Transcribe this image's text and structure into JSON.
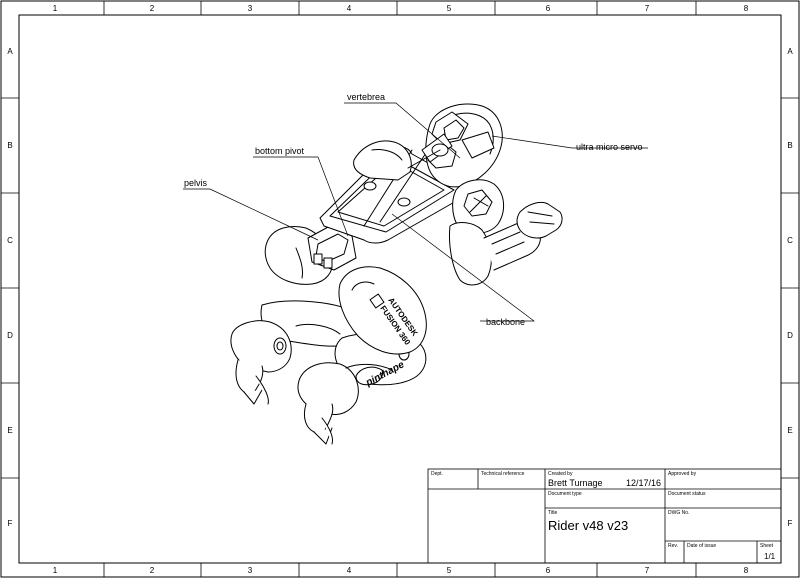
{
  "frame": {
    "columns": [
      "1",
      "2",
      "3",
      "4",
      "5",
      "6",
      "7",
      "8"
    ],
    "rows": [
      "A",
      "B",
      "C",
      "D",
      "E",
      "F"
    ]
  },
  "callouts": {
    "vertebrea": "vertebrea",
    "bottom_pivot": "bottom pivot",
    "pelvis": "pelvis",
    "ultra_micro_servo": "ultra micro servo",
    "backbone": "backbone"
  },
  "branding": {
    "autodesk_line1": "AUTODESK",
    "autodesk_line2": "FUSION 360",
    "pinthape": "pinthape"
  },
  "title_block": {
    "dept_label": "Dept.",
    "tech_ref_label": "Technical reference",
    "created_by_label": "Created by",
    "created_by": "Brett Turnage",
    "created_date": "12/17/16",
    "approved_by_label": "Approved by",
    "doc_type_label": "Document type",
    "doc_status_label": "Document status",
    "title_label": "Title",
    "title": "Rider v48 v23",
    "dwg_no_label": "DWG No.",
    "rev_label": "Rev.",
    "date_issue_label": "Date of issue",
    "sheet_label": "Sheet",
    "sheet": "1/1"
  }
}
